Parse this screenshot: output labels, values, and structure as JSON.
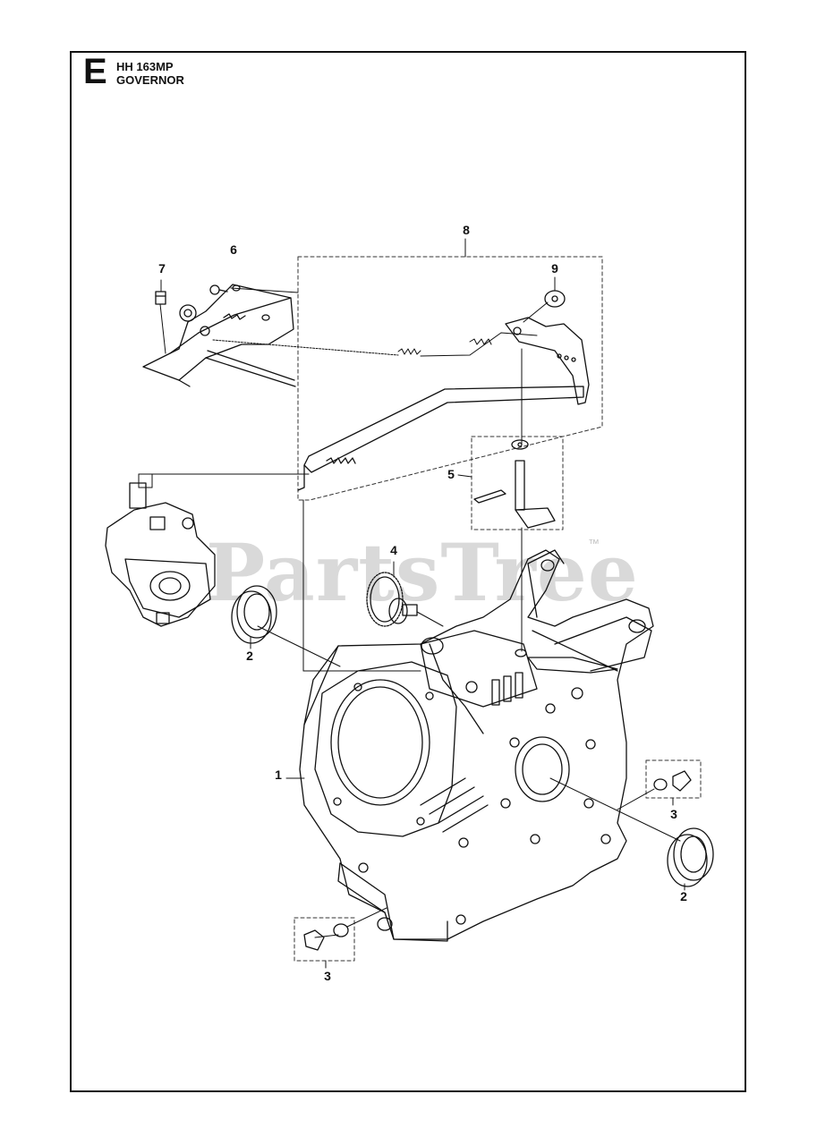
{
  "header": {
    "section_letter": "E",
    "model": "HH 163MP",
    "assembly": "GOVERNOR"
  },
  "watermark": {
    "text": "PartsTree",
    "mark": "™"
  },
  "callouts": {
    "c1": "1",
    "c2a": "2",
    "c2b": "2",
    "c3a": "3",
    "c3b": "3",
    "c4": "4",
    "c5": "5",
    "c6": "6",
    "c7": "7",
    "c8": "8",
    "c9": "9"
  }
}
